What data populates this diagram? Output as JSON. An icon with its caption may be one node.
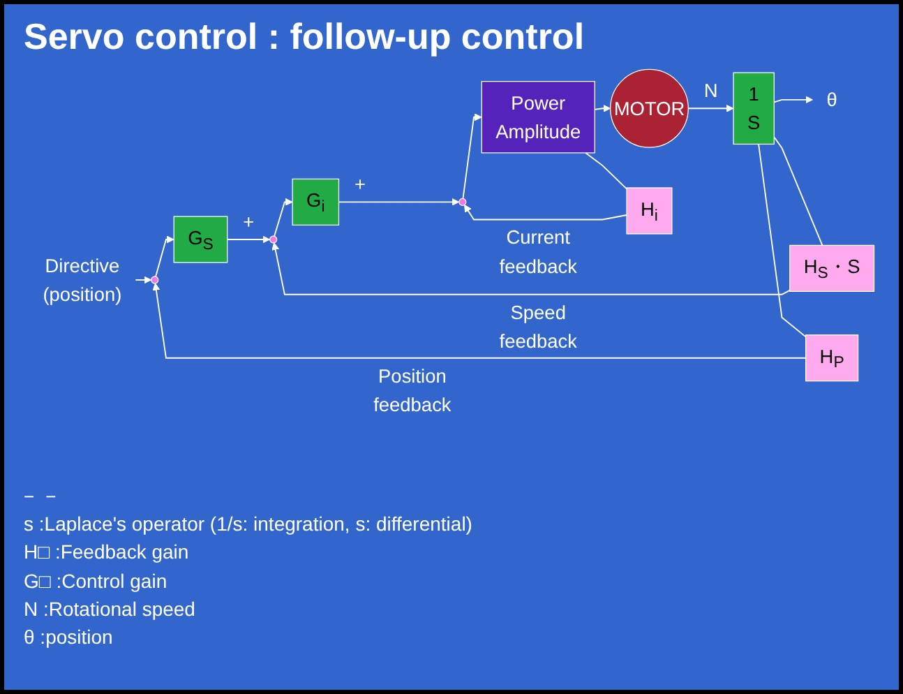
{
  "diagram": {
    "title": "Servo control : follow-up control",
    "nodes": [
      {
        "text": [
          "Directive (position)"
        ]
      },
      {
        "text": [],
        "shape": "circle"
      },
      {
        "text": [
          "G$_{S}$"
        ]
      },
      {
        "text": [],
        "shape": "circle"
      },
      {
        "text": [
          "G$_{i}$"
        ]
      },
      {
        "text": [],
        "shape": "circle"
      },
      {
        "text": [
          "Power Amplitude"
        ]
      },
      {
        "text": [
          "MOTOR"
        ]
      },
      {
        "text": [
          "1",
          "S"
        ]
      },
      {
        "text": [
          "θ"
        ]
      },
      {
        "text": [
          "H$_{i}$"
        ]
      },
      {
        "text": [
          "H$_{S}$・S"
        ]
      },
      {
        "text": [
          "H$_{P}$"
        ]
      }
    ],
    "edges": [
      {
        "from": 0,
        "to": 1,
        "arrow": "to"
      },
      {
        "from": 1,
        "to": 2,
        "arrow": "to"
      },
      {
        "from": 2,
        "to": 3,
        "arrow": "to",
        "label": "+"
      },
      {
        "from": 3,
        "to": 4,
        "arrow": "to"
      },
      {
        "from": 4,
        "to": 5,
        "arrow": "to",
        "label": "+"
      },
      {
        "from": 5,
        "to": 6,
        "arrow": "to"
      },
      {
        "from": 6,
        "to": 7,
        "arrow": "to"
      },
      {
        "from": 7,
        "to": 8,
        "arrow": "to",
        "label": "N"
      },
      {
        "from": 8,
        "to": 9,
        "arrow": "to"
      },
      {
        "from": 6,
        "to": 10,
        "arrow": "none"
      },
      {
        "from": 10,
        "to": 5,
        "arrow": "to",
        "label": "Current feedback"
      },
      {
        "from": 8,
        "to": 11,
        "arrow": "none"
      },
      {
        "from": 11,
        "to": 3,
        "arrow": "to",
        "label": "Speed feedback"
      },
      {
        "from": 8,
        "to": 12,
        "arrow": "none"
      },
      {
        "from": 12,
        "to": 1,
        "arrow": "to",
        "label": "Position feedback"
      }
    ],
    "labels": [
      "−",
      "−",
      "s :Laplace's operator (1/s: integration, s: differential)",
      "H□ :Feedback gain",
      "G□ :Control gain",
      "N :Rotational speed",
      "θ :position"
    ]
  }
}
